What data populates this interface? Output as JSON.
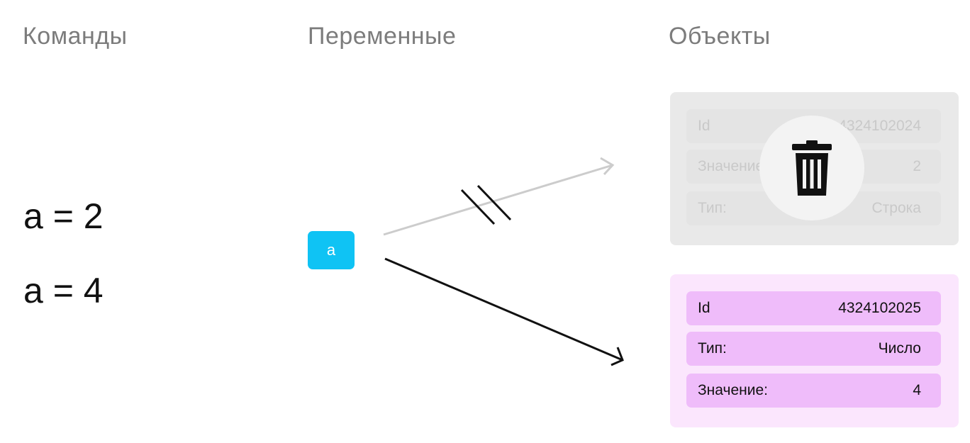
{
  "headings": {
    "commands": "Команды",
    "variables": "Переменные",
    "objects": "Объекты"
  },
  "commands": [
    "a = 2",
    "a = 4"
  ],
  "variable": {
    "name": "a"
  },
  "old_object": {
    "rows": [
      {
        "label": "Id",
        "value": "4324102024"
      },
      {
        "label": "Значение:",
        "value": "2"
      },
      {
        "label": "Тип:",
        "value": "Строка"
      }
    ],
    "icon": "trash-icon"
  },
  "new_object": {
    "rows": [
      {
        "label": "Id",
        "value": "4324102025"
      },
      {
        "label": "Тип:",
        "value": "Число"
      },
      {
        "label": "Значение:",
        "value": "4"
      }
    ]
  },
  "colors": {
    "variable_bg": "#0fc3f4",
    "new_card_bg": "#fbe6fd",
    "new_row_bg": "#efbcfa",
    "old_card_bg": "#e9e9e9"
  }
}
